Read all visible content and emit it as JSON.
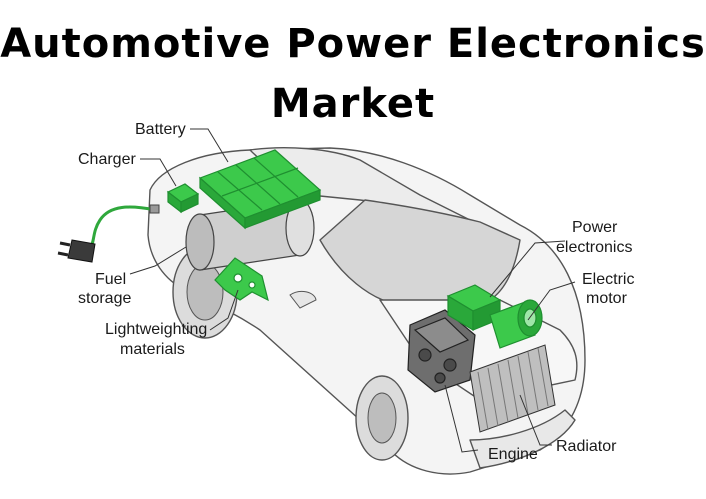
{
  "title": {
    "line1": "Automotive Power Electronics",
    "line2": "Market"
  },
  "labels": {
    "battery": "Battery",
    "charger": "Charger",
    "fuel_storage_1": "Fuel",
    "fuel_storage_2": "storage",
    "lightweighting_1": "Lightweighting",
    "lightweighting_2": "materials",
    "power_electronics_1": "Power",
    "power_electronics_2": "electronics",
    "electric_motor_1": "Electric",
    "electric_motor_2": "motor",
    "engine": "Engine",
    "radiator": "Radiator"
  },
  "colors": {
    "component_green": "#3cc94b",
    "component_green_dark": "#1f8f30",
    "car_outline": "#555555",
    "car_fill": "#f4f4f4",
    "leader_line": "#333333"
  }
}
